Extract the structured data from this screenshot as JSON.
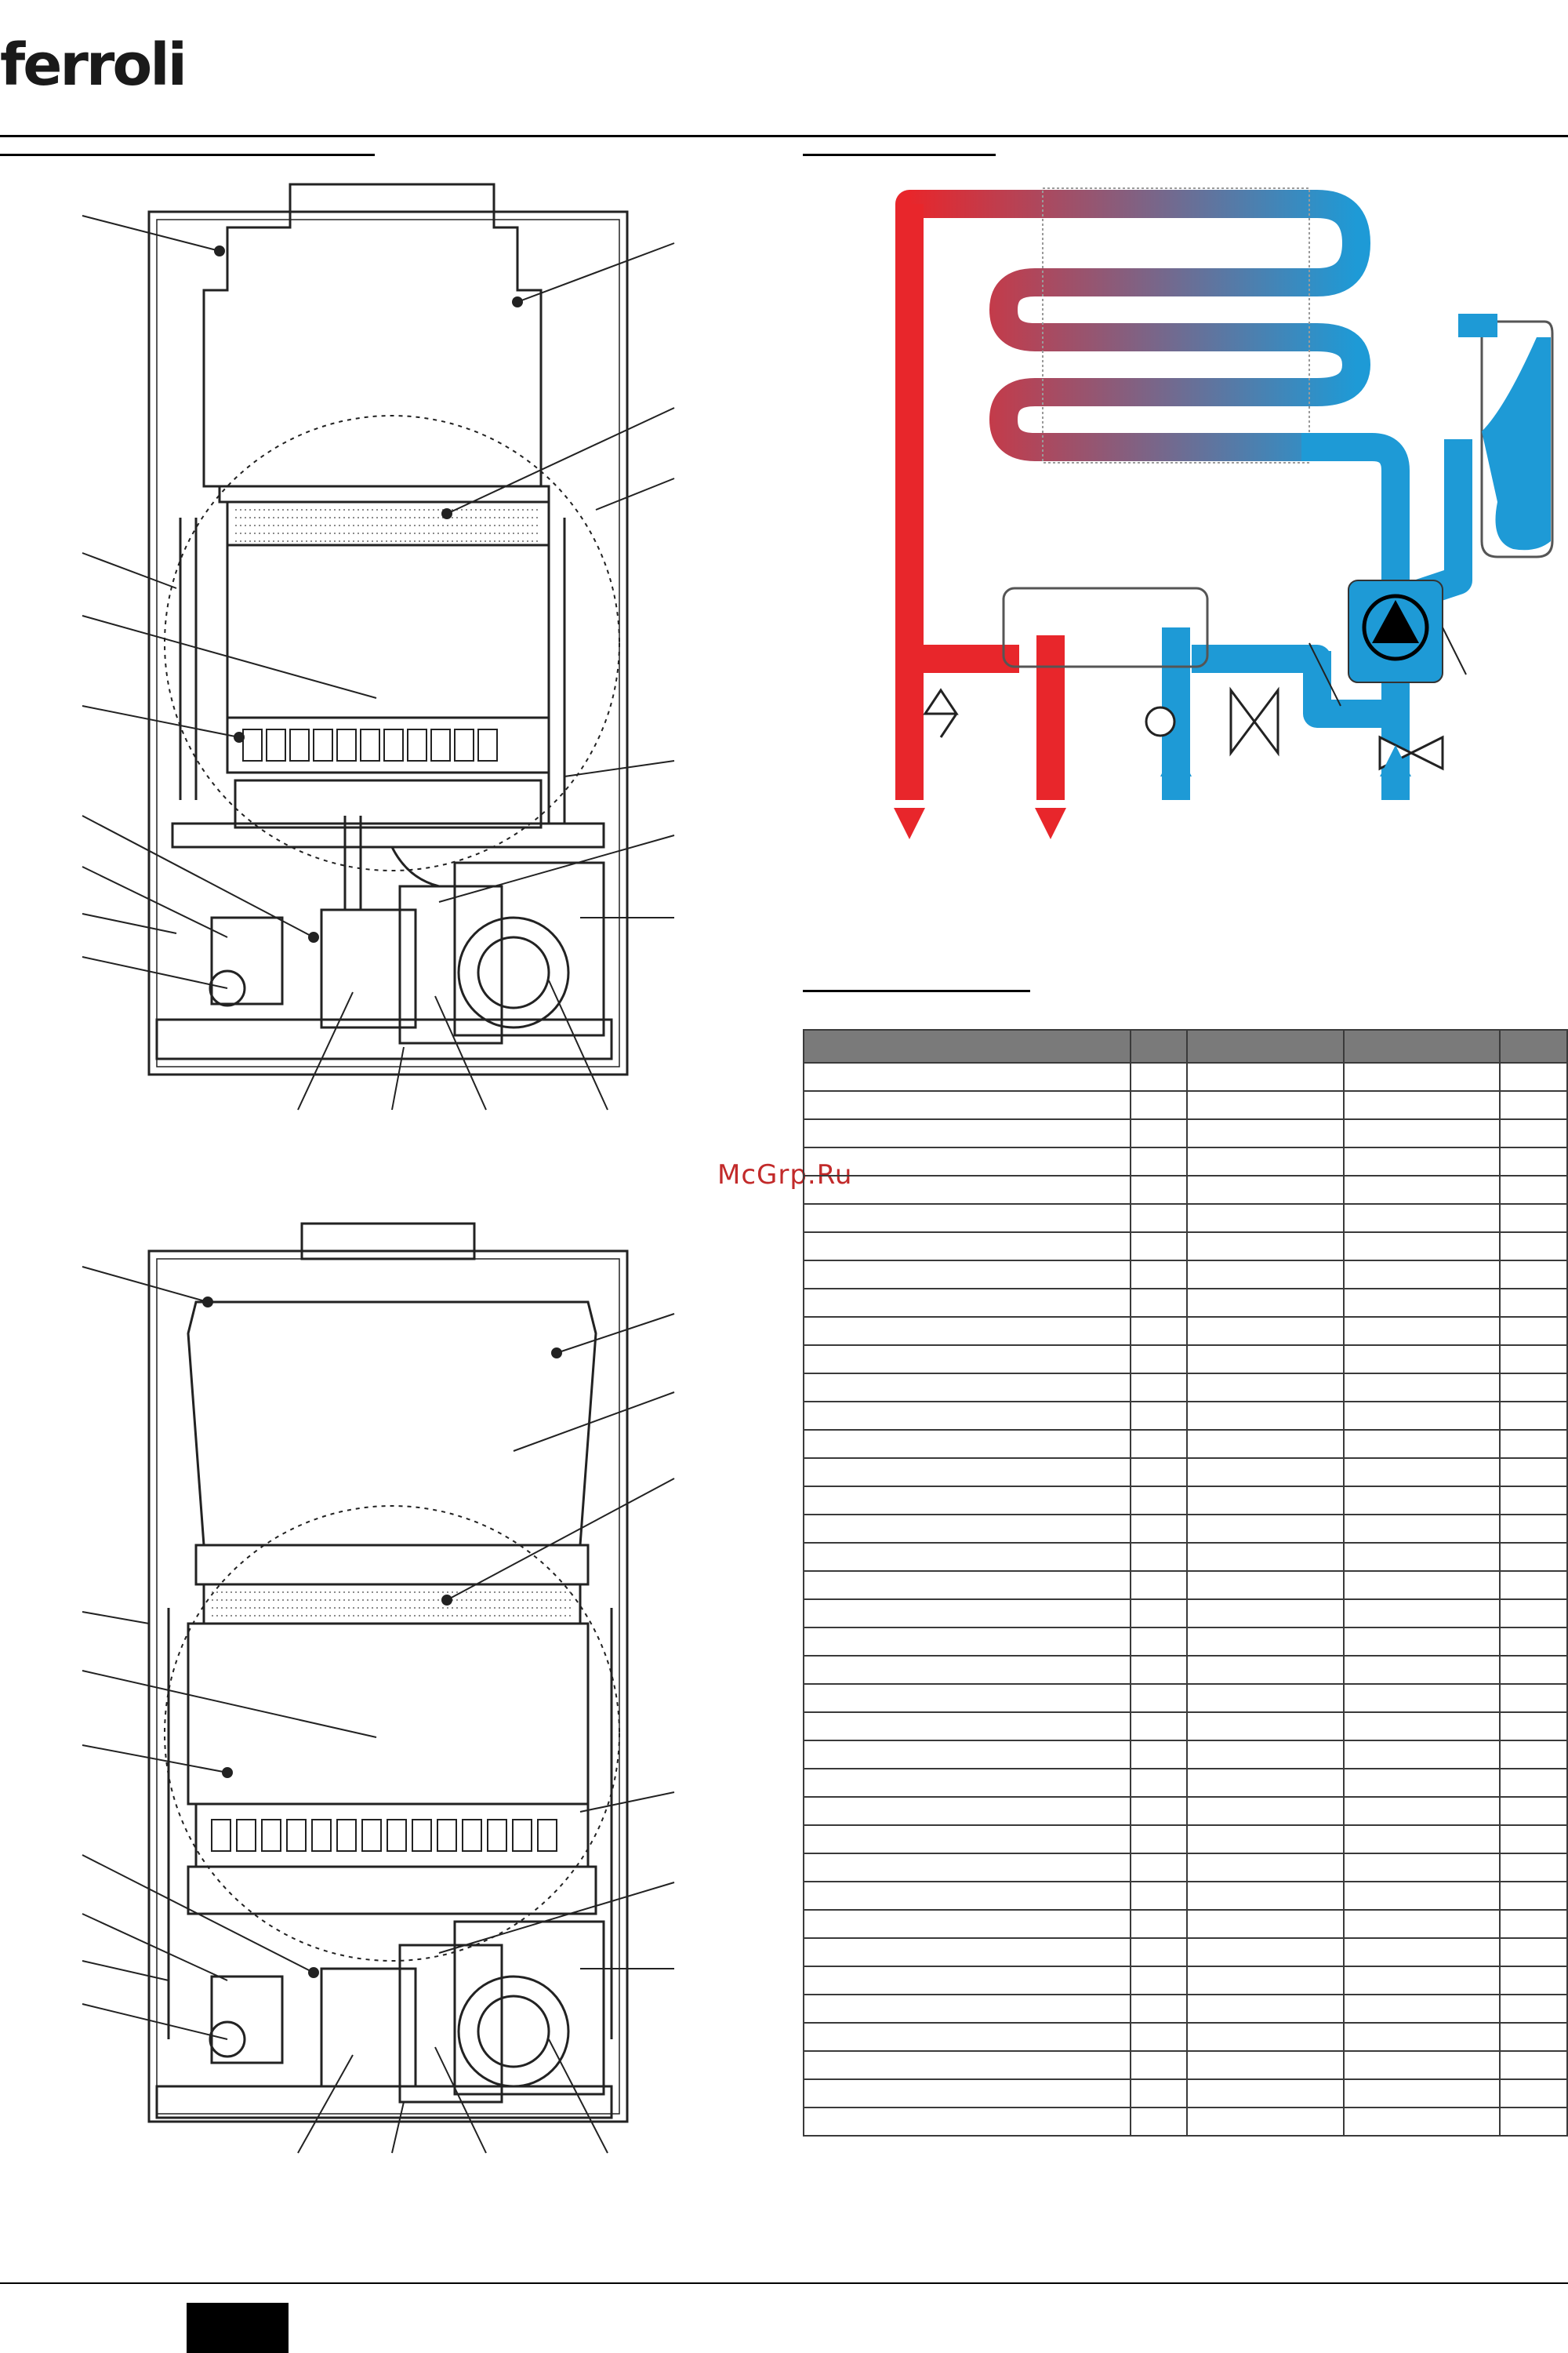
{
  "header": {
    "brand": "ferroli"
  },
  "watermark": {
    "text": "McGrp.Ru"
  },
  "table": {
    "row_count": 38,
    "column_count": 5
  },
  "colors": {
    "hot_water": "#e8262b",
    "cold_water": "#1e9ad6",
    "table_header": "#7a7a7a",
    "rule": "#000000"
  }
}
